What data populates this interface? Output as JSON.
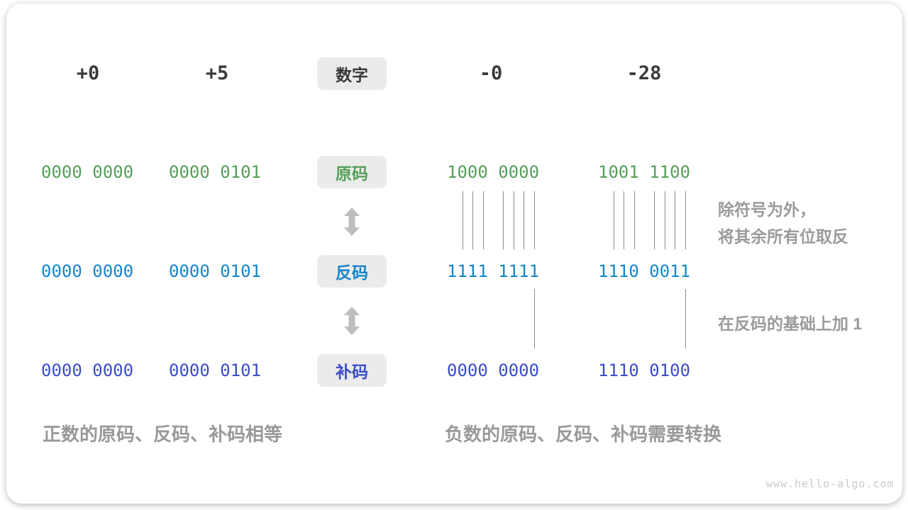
{
  "palette": {
    "green": "#559e5a",
    "blue": "#1486c9",
    "indigo": "#3b4dc5",
    "dark_text": "#3a3a3a",
    "chip_background": "#ebebeb",
    "note_gray": "#9b9b9b",
    "tick_line": "#8c8c8c",
    "arrow_gray": "#bdbdbd",
    "watermark_gray": "#c9c9c9"
  },
  "header": {
    "numbers": [
      "+0",
      "+5",
      "-0",
      "-28"
    ],
    "label": "数字"
  },
  "rows": [
    {
      "label": "原码",
      "values": [
        "0000 0000",
        "0000 0101",
        "1000 0000",
        "1001 1100"
      ]
    },
    {
      "label": "反码",
      "values": [
        "0000 0000",
        "0000 0101",
        "1111 1111",
        "1110 0011"
      ]
    },
    {
      "label": "补码",
      "values": [
        "0000 0000",
        "0000 0101",
        "0000 0000",
        "1110 0100"
      ]
    }
  ],
  "annotations": {
    "flip_line1": "除符号为外，",
    "flip_line2": "将其余所有位取反",
    "add_one": "在反码的基础上加 1",
    "positive_summary": "正数的原码、反码、补码相等",
    "negative_summary": "负数的原码、反码、补码需要转换"
  },
  "watermark": "www.hello-algo.com"
}
